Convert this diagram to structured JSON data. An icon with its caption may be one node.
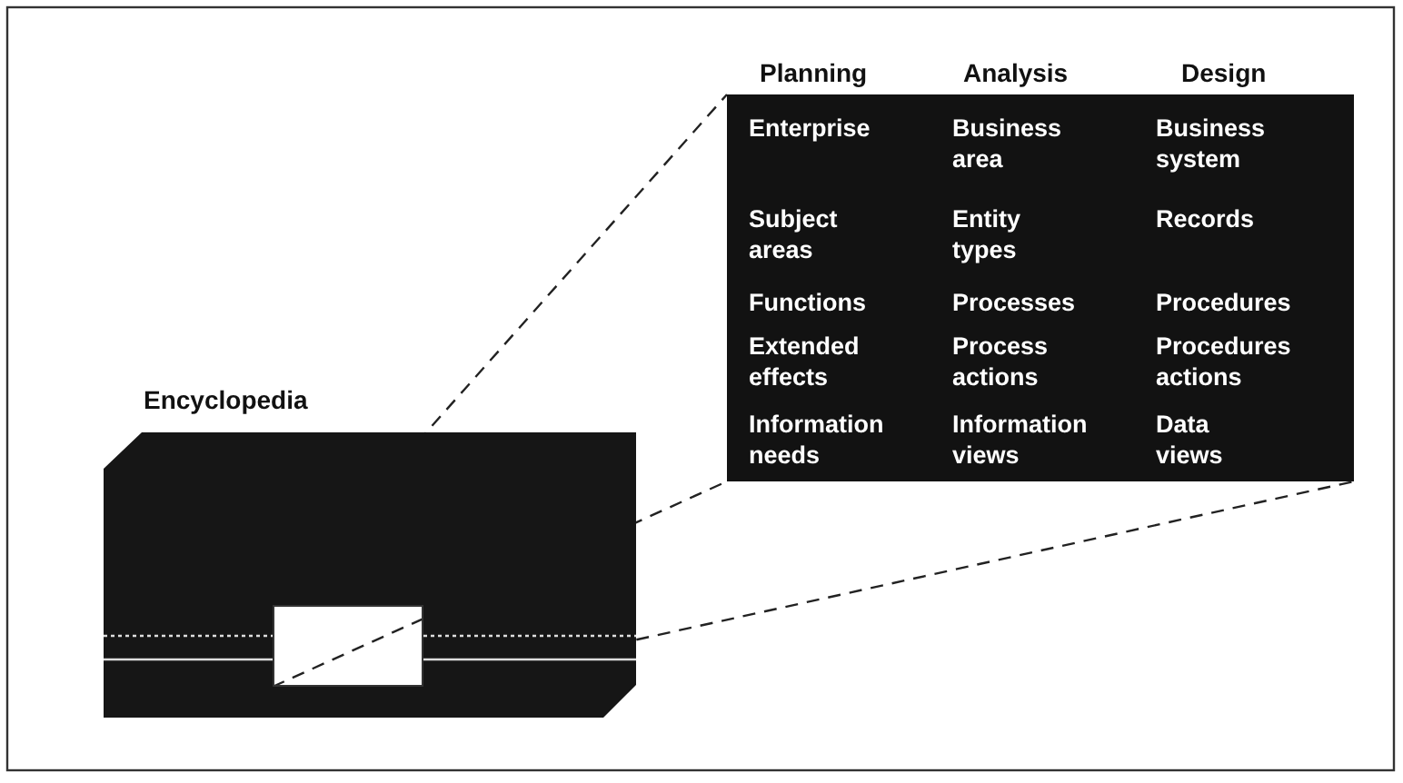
{
  "diagram": {
    "nodes": [
      {
        "text": [
          "Encyclopedia"
        ]
      },
      {
        "text": [],
        "shape": "box",
        "in": 0
      },
      {
        "text": [],
        "shape": "box"
      }
    ],
    "edges": [
      {
        "from": 1,
        "to": 2,
        "arrow": "none",
        "style": "dashed"
      },
      {
        "from": 1,
        "to": 2,
        "arrow": "none",
        "style": "dashed"
      },
      {
        "from": 1,
        "to": 2,
        "arrow": "none",
        "style": "dashed"
      }
    ],
    "labels": [
      "Planning",
      "Analysis",
      "Design",
      "Enterprise",
      "Business area",
      "Business system",
      "Subject areas",
      "Entity types",
      "Records",
      "Functions",
      "Processes",
      "Procedures",
      "Extended effects",
      "Process actions",
      "Procedures actions",
      "Information needs",
      "Information views",
      "Data views"
    ]
  }
}
